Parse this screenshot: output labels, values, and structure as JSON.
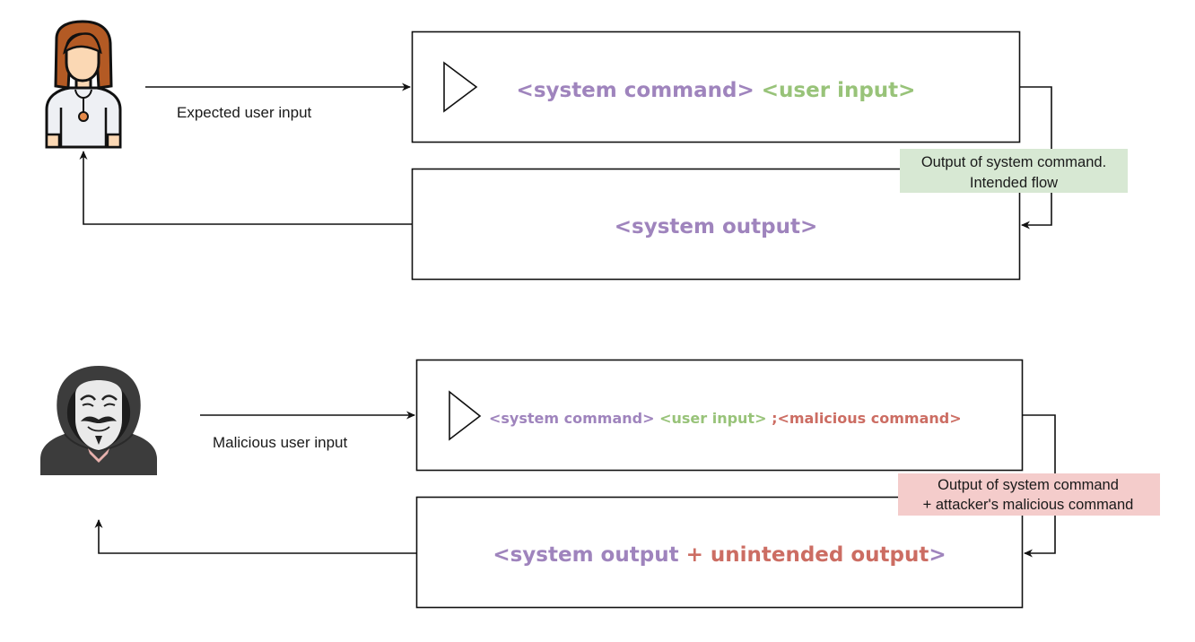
{
  "colors": {
    "system": "#9f84bd",
    "user": "#98c379",
    "malicious": "#cc6d63",
    "intended_note_bg": "#d7e8d3",
    "malicious_note_bg": "#f4cccb",
    "stroke": "#111111"
  },
  "flow_expected": {
    "actor_icon": "user-avatar-icon",
    "input_label": "Expected user input",
    "command": {
      "system": "<system command>",
      "user": "<user input>"
    },
    "note": {
      "line1": "Output of system command.",
      "line2": "Intended flow"
    },
    "output": "<system output>"
  },
  "flow_malicious": {
    "actor_icon": "hooded-hacker-mask-icon",
    "input_label": "Malicious user input",
    "command": {
      "system": "<system command>",
      "user": "<user input>",
      "malicious": ";<malicious command>"
    },
    "note": {
      "line1": "Output of system command",
      "line2": "+ attacker's malicious command"
    },
    "output": {
      "system": "<system output",
      "plus": " + ",
      "unintended": "unintended output",
      "close": ">"
    }
  }
}
